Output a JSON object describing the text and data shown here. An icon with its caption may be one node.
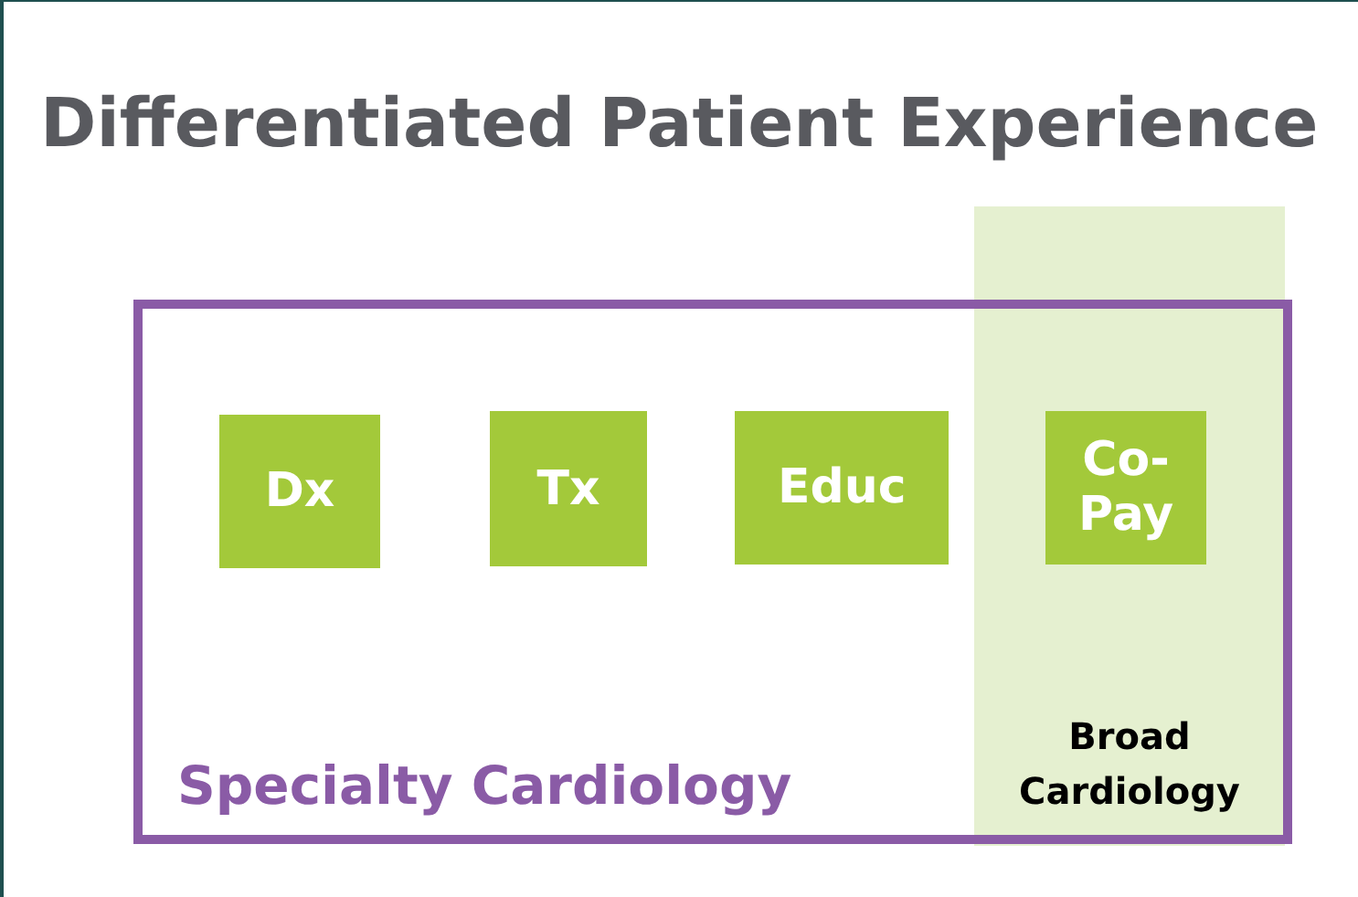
{
  "diagram": {
    "title": "Differentiated Patient Experience",
    "nodes": [
      {
        "text": [
          "Specialty Cardiology"
        ]
      },
      {
        "text": [
          "Dx"
        ],
        "in": 0
      },
      {
        "text": [
          "Tx"
        ],
        "in": 0
      },
      {
        "text": [
          "Educ"
        ],
        "in": 0
      },
      {
        "text": [
          "Broad Cardiology"
        ]
      },
      {
        "text": [
          "Co- Pay"
        ],
        "in": 4
      }
    ]
  }
}
